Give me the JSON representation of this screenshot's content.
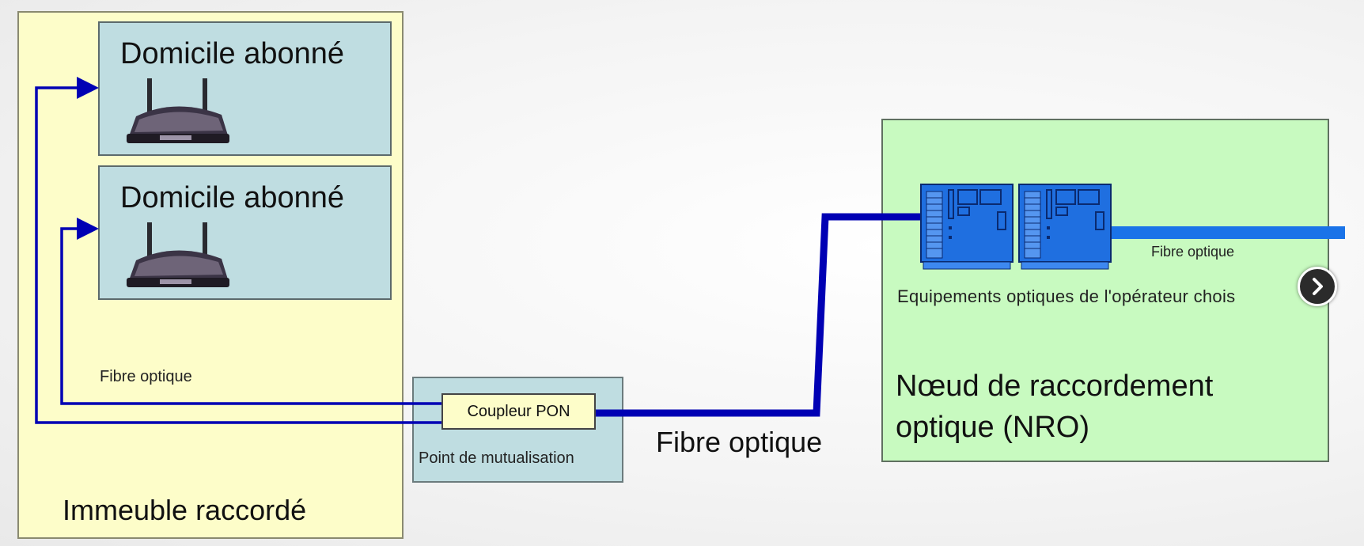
{
  "building": {
    "label": "Immeuble raccordé"
  },
  "homes": [
    {
      "title": "Domicile abonné"
    },
    {
      "title": "Domicile abonné"
    }
  ],
  "mutualisation": {
    "coupler_label": "Coupleur PON",
    "label": "Point de mutualisation"
  },
  "nro": {
    "title_line1": "Nœud de raccordement",
    "title_line2": "optique (NRO)",
    "equipment_label": "Equipements optiques de l'opérateur chois"
  },
  "fibre_labels": {
    "building": "Fibre optique",
    "middle": "Fibre optique",
    "nro_output": "Fibre optique"
  },
  "colors": {
    "fibre": "#0000b4",
    "fibre_light": "#1a73e8",
    "building_fill": "#fdfdc9",
    "home_fill": "#bfdde1",
    "nro_fill": "#c8fac0",
    "equipment_fill": "#1f6fe0"
  },
  "icons": {
    "router": "wifi-router-icon",
    "equipment": "optical-equipment-icon",
    "next": "chevron-right-icon"
  }
}
